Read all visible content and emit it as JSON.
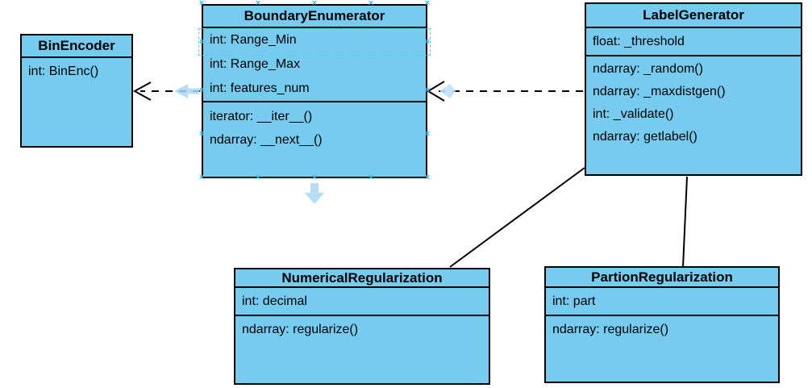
{
  "glyphs": {
    "connection_point": "×"
  },
  "colors": {
    "class_fill": "#76CBEE",
    "class_border": "#000000",
    "edge_color": "#000000",
    "selection_dashed": "#55D2F2",
    "connection_point": "#33C1F0",
    "hint_arrow_fill": "#A8D7F3"
  },
  "classes": [
    {
      "title": "BinEncoder",
      "attributes": [
        "int: BinEnc()"
      ],
      "methods": []
    },
    {
      "title": "BoundaryEnumerator",
      "attributes": [
        "int: Range_Min",
        "int: Range_Max",
        "int: features_num"
      ],
      "methods": [
        "iterator: __iter__()",
        "ndarray: __next__()"
      ]
    },
    {
      "title": "LabelGenerator",
      "attributes": [
        "float: _threshold"
      ],
      "methods": [
        "ndarray: _random()",
        "ndarray: _maxdistgen()",
        "int: _validate()",
        "ndarray: getlabel()"
      ]
    },
    {
      "title": "NumericalRegularization",
      "attributes": [
        "int: decimal"
      ],
      "methods": [
        "ndarray: regularize()"
      ]
    },
    {
      "title": "PartionRegularization",
      "attributes": [
        "int: part"
      ],
      "methods": [
        "ndarray: regularize()"
      ]
    }
  ],
  "relationships": [
    {
      "from": "BoundaryEnumerator",
      "to": "BinEncoder",
      "style": "dashed",
      "arrowhead": "open"
    },
    {
      "from": "LabelGenerator",
      "to": "BoundaryEnumerator",
      "style": "dashed",
      "arrowhead": "open"
    },
    {
      "from": "LabelGenerator",
      "to": "NumericalRegularization",
      "style": "solid",
      "arrowhead": "none"
    },
    {
      "from": "LabelGenerator",
      "to": "PartionRegularization",
      "style": "solid",
      "arrowhead": "none"
    }
  ],
  "selection": {
    "selected_class": "BoundaryEnumerator",
    "selected_row": "int: Range_Min"
  }
}
